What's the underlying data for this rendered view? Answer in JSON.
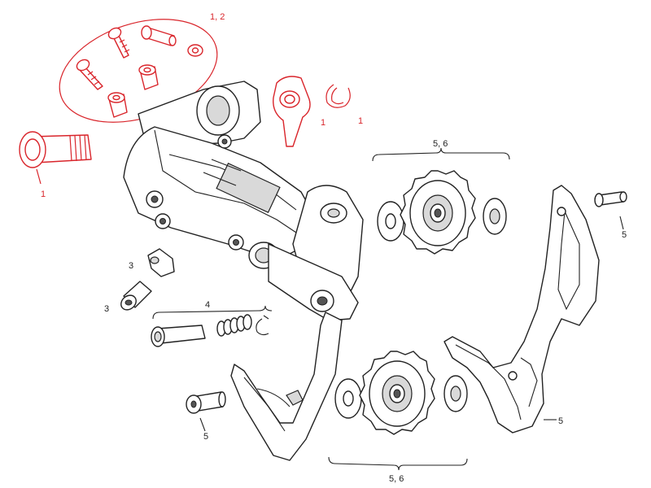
{
  "colors": {
    "highlight": "#d9252b",
    "ink": "#222222"
  },
  "callouts": {
    "group_screws": "1, 2",
    "bolt_left": "1",
    "cable_guide": "1",
    "clip_ring": "1",
    "cage_stop_upper": "3",
    "cage_stop_lower": "3",
    "spring_kit": "4",
    "upper_pulley": "5, 6",
    "lower_pulley": "5, 6",
    "cage_pin_right": "5",
    "cage_pin_left": "5",
    "inner_cage": "5"
  }
}
